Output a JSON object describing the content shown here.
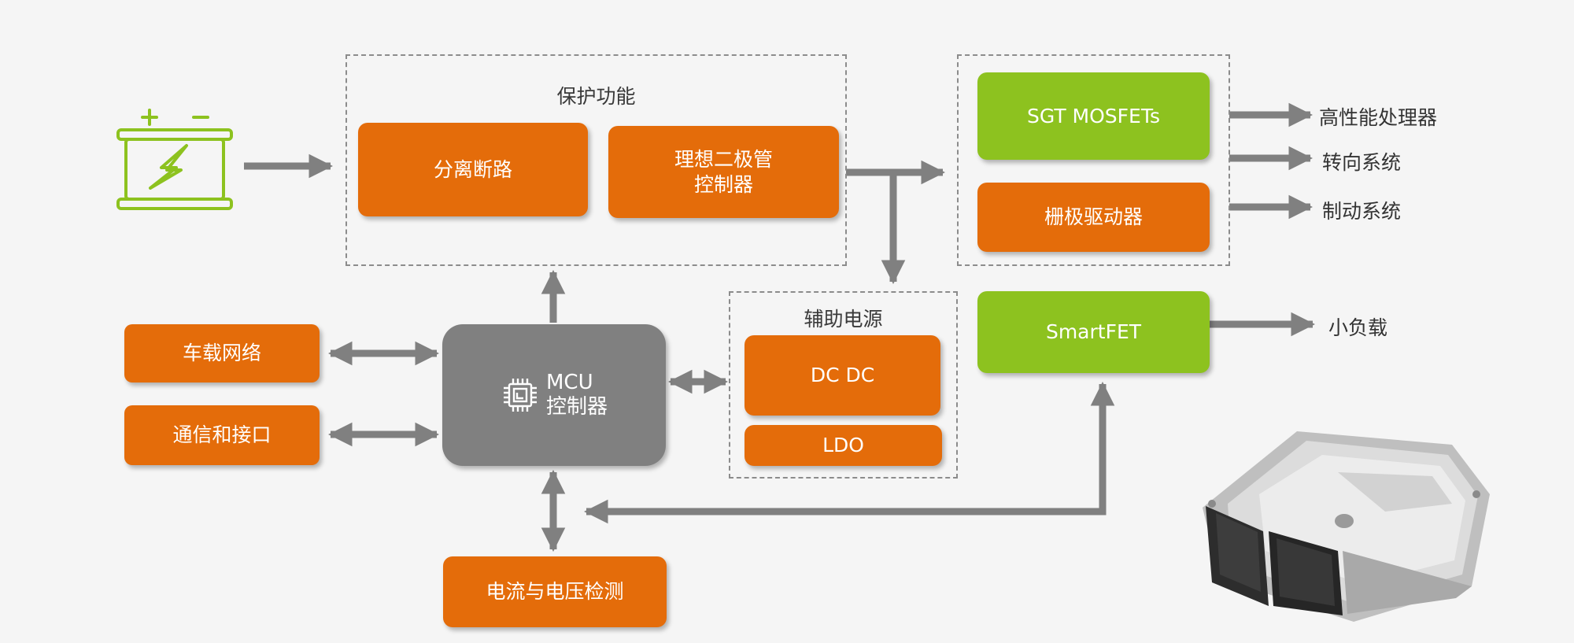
{
  "protection": {
    "title": "保护功能",
    "isolation": "分离断路",
    "diode_line1": "理想二极管",
    "diode_line2": "控制器"
  },
  "aux_power": {
    "title": "辅助电源",
    "dcdc": "DC DC",
    "ldo": "LDO"
  },
  "mcu": {
    "line1": "MCU",
    "line2": "控制器"
  },
  "left": {
    "vehicle_network": "车载网络",
    "comm_interface": "通信和接口"
  },
  "sensing": {
    "label": "电流与电压检测"
  },
  "switches": {
    "sgt": "SGT MOSFETs",
    "gate_driver": "栅极驱动器",
    "smartfet": "SmartFET"
  },
  "outputs": {
    "processor": "高性能处理器",
    "steering": "转向系统",
    "braking": "制动系统",
    "small_load": "小负载"
  },
  "colors": {
    "orange": "#e46c0a",
    "green": "#8dc21f",
    "gray": "#808080",
    "arrow": "#808080"
  },
  "icons": {
    "battery": "battery-icon",
    "chip": "chip-icon",
    "ecu": "ecu-module-image"
  }
}
